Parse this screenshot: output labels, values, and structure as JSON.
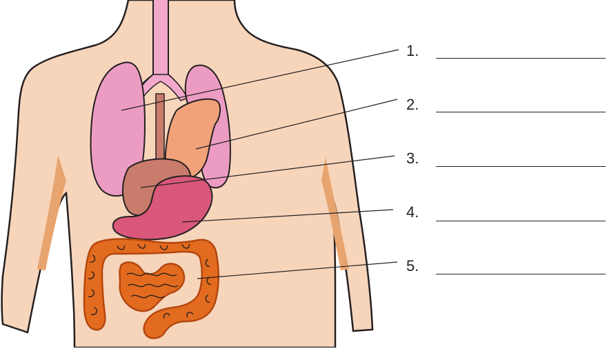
{
  "labels": [
    {
      "number": "1.",
      "answer": ""
    },
    {
      "number": "2.",
      "answer": ""
    },
    {
      "number": "3.",
      "answer": ""
    },
    {
      "number": "4.",
      "answer": ""
    },
    {
      "number": "5.",
      "answer": ""
    }
  ],
  "colors": {
    "skin": "#f7d5bb",
    "skin_shadow": "#e8a46e",
    "outline": "#231f20",
    "lungs": "#ec9cc3",
    "trachea": "#f1a8ca",
    "heart": "#f2a27a",
    "liver": "#c97c6c",
    "stomach": "#d9587a",
    "intestines": "#e36b1f",
    "intestines_dark": "#b2470f"
  }
}
